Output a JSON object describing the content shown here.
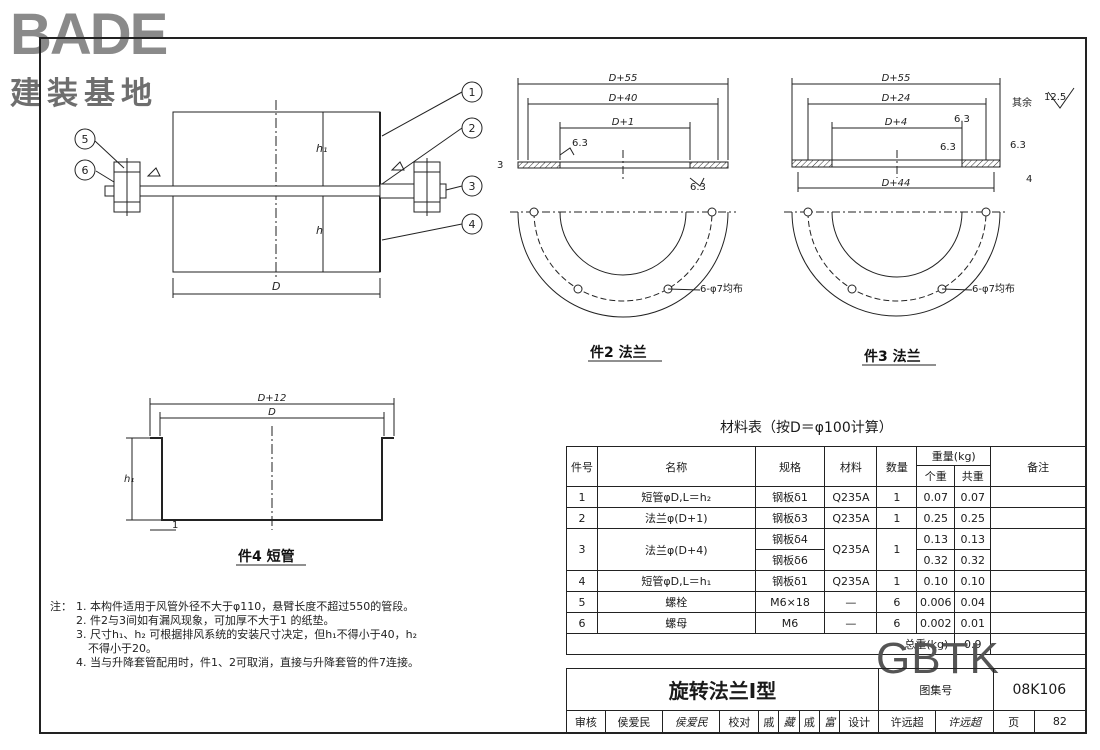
{
  "logo": {
    "brand": "BADE",
    "subtitle": "建装基地"
  },
  "watermark": "GBTK",
  "drawing": {
    "main_view": {
      "callouts": [
        "1",
        "2",
        "3",
        "4",
        "5",
        "6"
      ],
      "dims": {
        "h1": "h₁",
        "h": "h",
        "D": "D"
      }
    },
    "part2": {
      "dims": [
        "D+55",
        "D+40",
        "D+1"
      ],
      "rough": [
        "6.3",
        "6.3"
      ],
      "thickness": "3",
      "holes": "6-φ7均布",
      "caption": "件2  法兰"
    },
    "part3": {
      "dims": [
        "D+55",
        "D+24",
        "D+4",
        "D+44"
      ],
      "rough": [
        "6.3",
        "6.3",
        "6.3"
      ],
      "thickness": "4",
      "rest": "其余",
      "rest_rough": "12.5",
      "holes": "6-φ7均布",
      "caption": "件3  法兰"
    },
    "part4": {
      "dims": [
        "D+12",
        "D"
      ],
      "h1": "h₁",
      "t": "1",
      "caption": "件4  短管"
    }
  },
  "materials": {
    "title": "材料表（按D＝φ100计算）",
    "headers": {
      "no": "件号",
      "name": "名称",
      "spec": "规格",
      "material": "材料",
      "qty": "数量",
      "weight": "重量(kg)",
      "unit": "个重",
      "total": "共重",
      "remark": "备注"
    },
    "rows": [
      {
        "no": "1",
        "name": "短管φD,L＝h₂",
        "spec": "钢板δ1",
        "material": "Q235A",
        "qty": "1",
        "unit": "0.07",
        "total": "0.07"
      },
      {
        "no": "2",
        "name": "法兰φ(D+1)",
        "spec": "钢板δ3",
        "material": "Q235A",
        "qty": "1",
        "unit": "0.25",
        "total": "0.25"
      },
      {
        "no": "3",
        "name": "法兰φ(D+4)",
        "spec": "钢板δ4",
        "spec2": "钢板δ6",
        "material": "Q235A",
        "qty": "1",
        "unit": "0.13",
        "unit2": "0.32",
        "total": "0.13",
        "total2": "0.32"
      },
      {
        "no": "4",
        "name": "短管φD,L＝h₁",
        "spec": "钢板δ1",
        "material": "Q235A",
        "qty": "1",
        "unit": "0.10",
        "total": "0.10"
      },
      {
        "no": "5",
        "name": "螺栓",
        "spec": "M6×18",
        "material": "—",
        "qty": "6",
        "unit": "0.006",
        "total": "0.04"
      },
      {
        "no": "6",
        "name": "螺母",
        "spec": "M6",
        "material": "—",
        "qty": "6",
        "unit": "0.002",
        "total": "0.01"
      }
    ],
    "total_label": "总重(kg)",
    "total_value": "0.9"
  },
  "notes": {
    "lead": "注：",
    "items": [
      "1. 本构件适用于风管外径不大于φ110，悬臂长度不超过550的管段。",
      "2. 件2与3间如有漏风现象，可加厚不大于1 的纸垫。",
      "3. 尺寸h₁、h₂ 可根据排风系统的安装尺寸决定，但h₁不得小于40，h₂",
      "不得小于20。",
      "4. 当与升降套管配用时，件1、2可取消，直接与升降套管的件7连接。"
    ]
  },
  "title_block": {
    "title": "旋转法兰Ⅰ型",
    "atlas_label": "图集号",
    "atlas_no": "08K106",
    "row": [
      "审核",
      "侯爱民",
      "侯爱民",
      "校对",
      "戚",
      "藏",
      "戚",
      "富",
      "设计",
      "许远超",
      "许远超",
      "页",
      "82"
    ]
  }
}
